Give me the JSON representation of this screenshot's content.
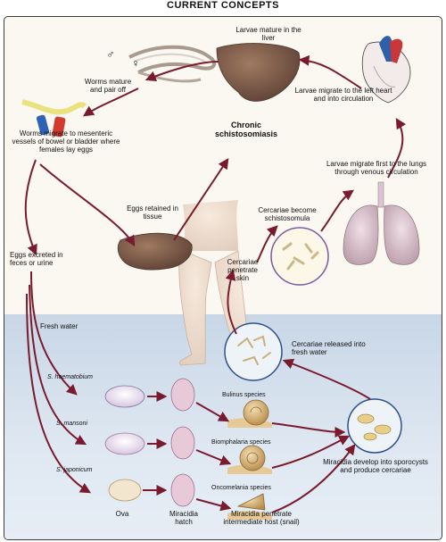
{
  "header": {
    "title": "CURRENT CONCEPTS"
  },
  "labels": {
    "larvae_liver": "Larvae mature in the liver",
    "worms_pair": "Worms mature and pair off",
    "worms_migrate": "Worms migrate to mesenteric vessels of bowel or bladder where females lay eggs",
    "chronic": "Chronic schistosomiasis",
    "eggs_retained": "Eggs retained in tissue",
    "eggs_excreted": "Eggs excreted in feces or urine",
    "larvae_heart": "Larvae migrate to the left heart and into circulation",
    "larvae_lungs": "Larvae migrate first to the lungs through venous circulation",
    "cercariae_become": "Cercariae become schistosomula",
    "cercariae_penetrate": "Cercariae penetrate skin",
    "fresh_water": "Fresh water",
    "cercariae_released": "Cercariae released into fresh water",
    "miracidia_develop": "Miracidia develop into sporocysts and produce cercariae",
    "ova": "Ova",
    "miracidia_hatch": "Miracidia hatch",
    "miracidia_penetrate": "Miracidia penetrate intermediate host (snail)"
  },
  "species": {
    "haematobium": "S. haematobium",
    "mansoni": "S. mansoni",
    "japonicum": "S. japonicum"
  },
  "snails": {
    "bulinus": "Bulinus species",
    "biomphalaria": "Biomphalaria species",
    "oncomelania": "Oncomelania species"
  },
  "symbols": {
    "male": "♂",
    "female": "♀"
  },
  "colors": {
    "arrow": "#7a1a2e",
    "water": "#c8d6e6",
    "liver": "#7a5a48"
  }
}
